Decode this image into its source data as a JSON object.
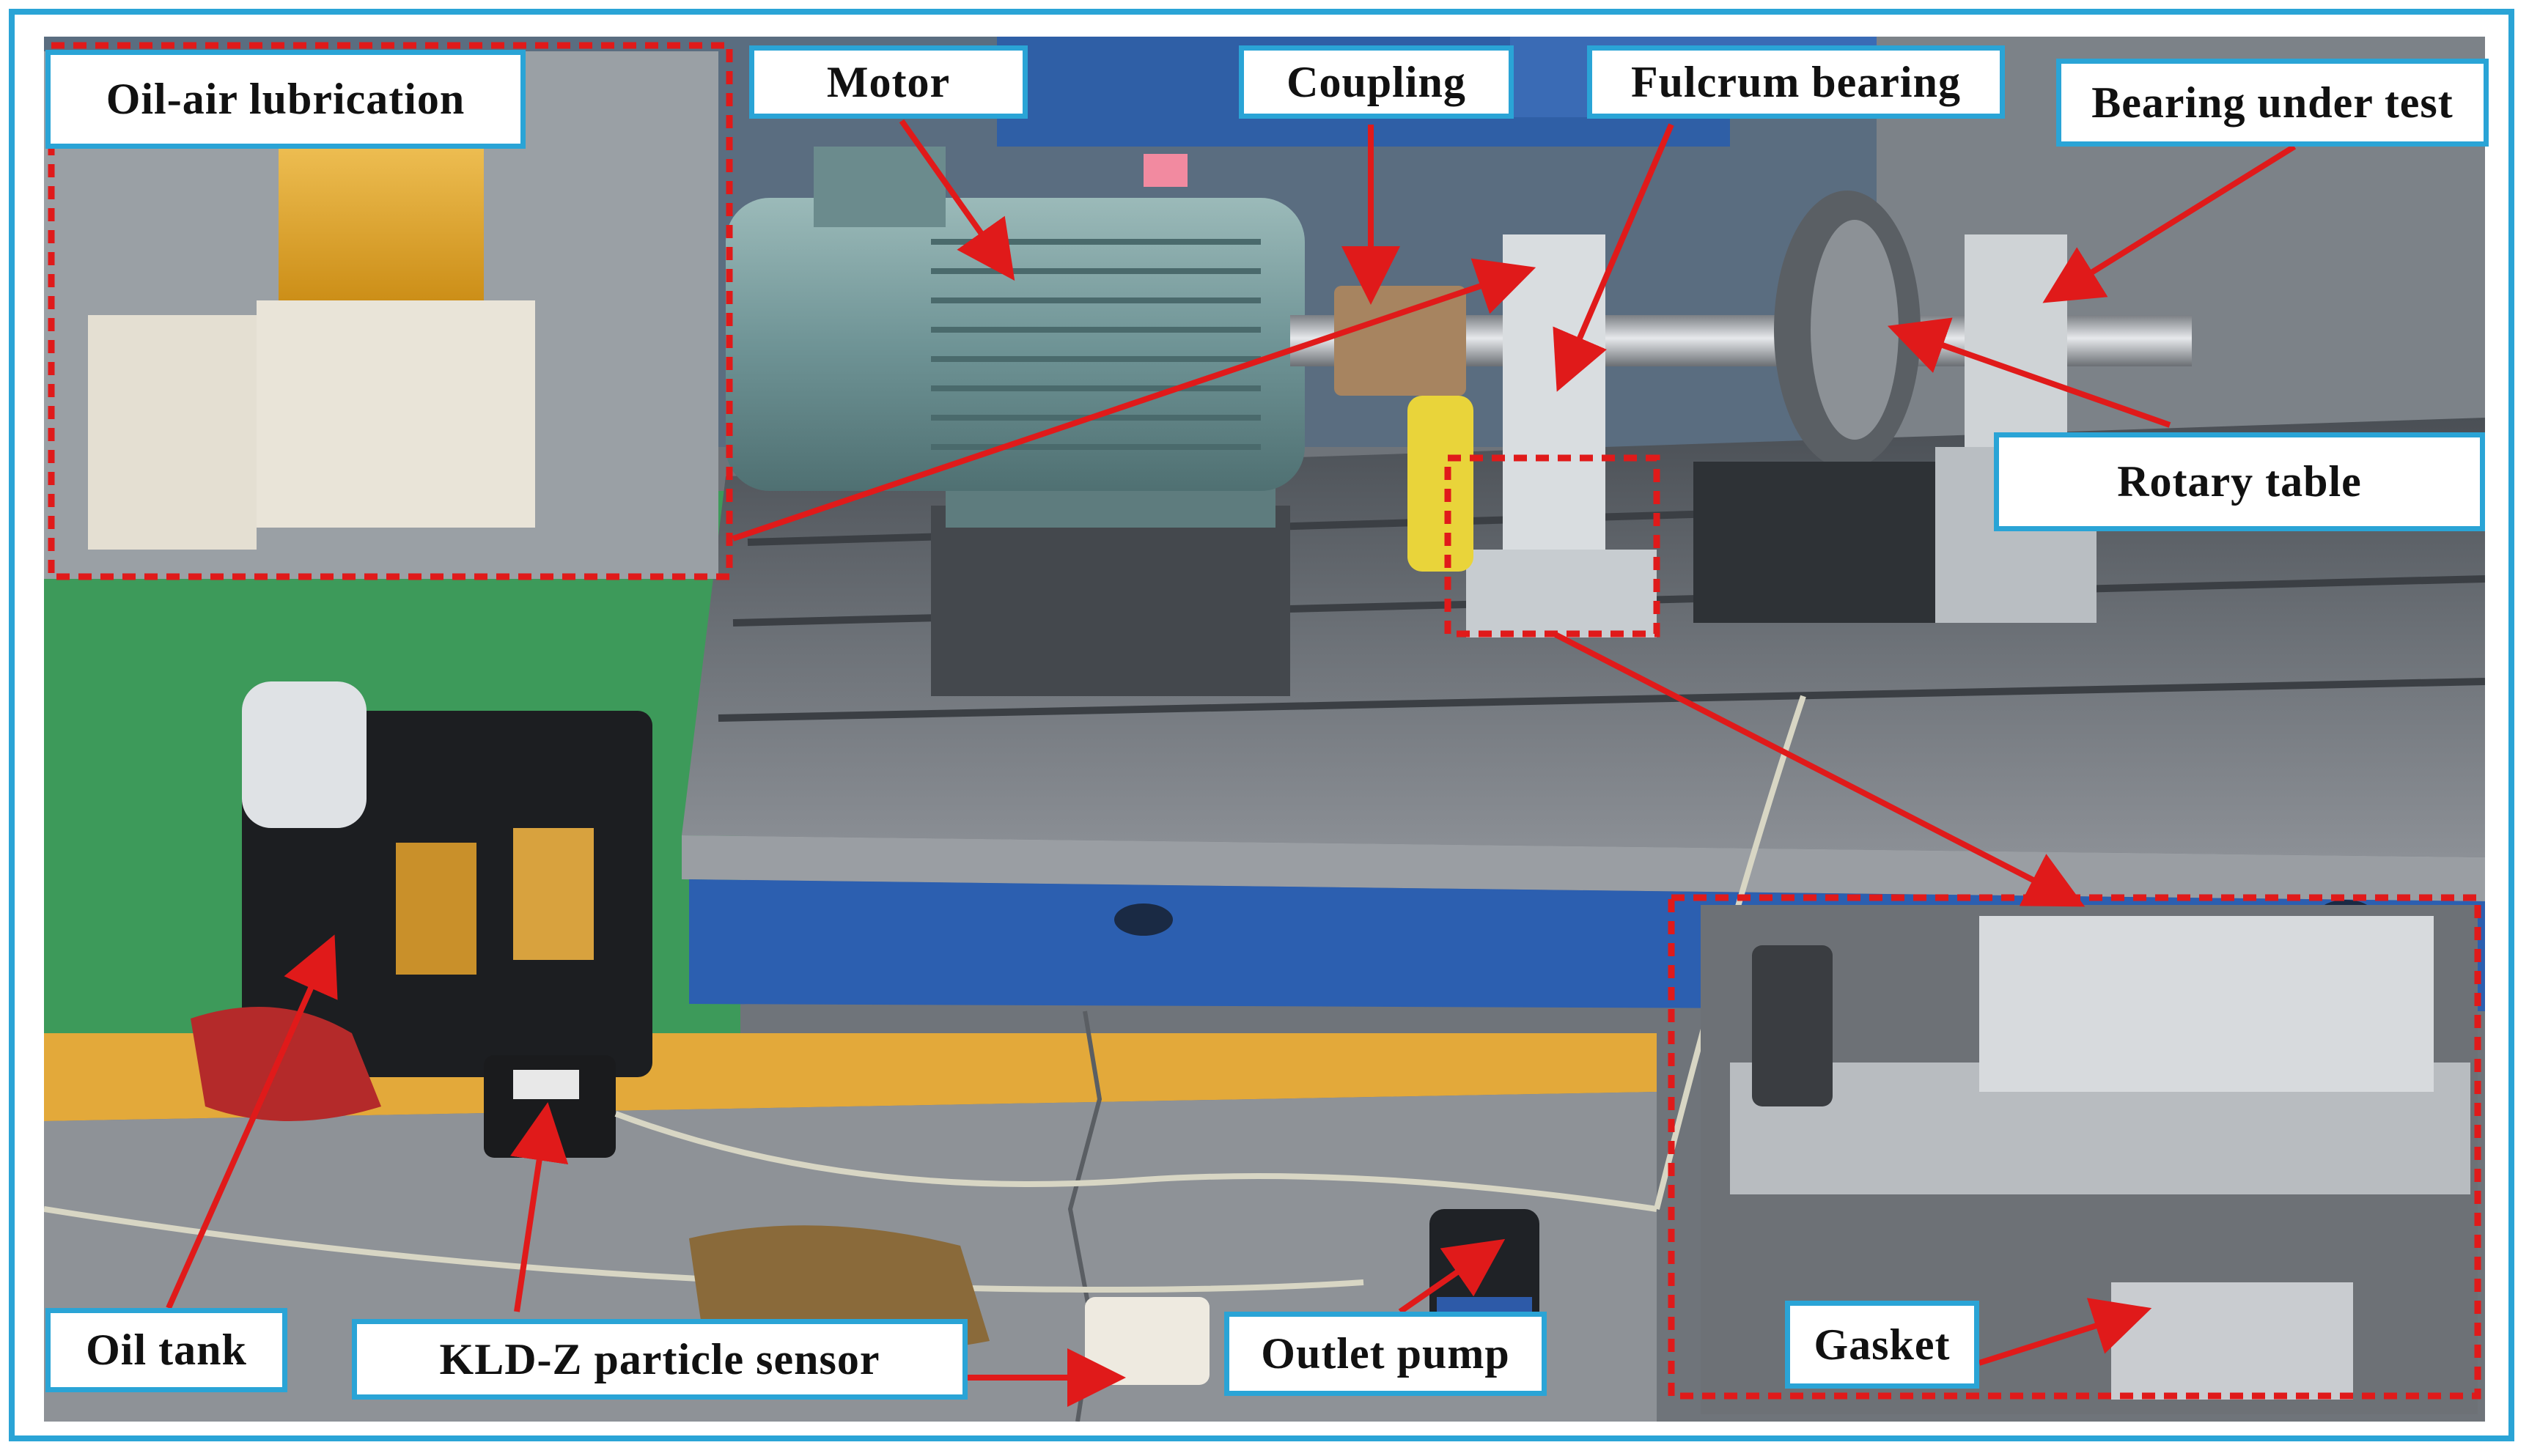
{
  "labels": {
    "oil_air_lubrication": "Oil-air lubrication",
    "motor": "Motor",
    "coupling": "Coupling",
    "fulcrum_bearing": "Fulcrum  bearing",
    "bearing_under_test": "Bearing  under  test",
    "rotary_table": "Rotary table",
    "oil_tank": "Oil tank",
    "kld_z_particle_sensor": "KLD-Z  particle  sensor",
    "outlet_pump": "Outlet pump",
    "gasket": "Gasket"
  },
  "colors": {
    "label_border": "#2aa4d6",
    "annotation_red": "#e01a1a",
    "floor_green": "#3d9a5a",
    "floor_yellow": "#e3a93a",
    "table_blue": "#2c5fb0",
    "motor_teal": "#7fa2a4"
  }
}
